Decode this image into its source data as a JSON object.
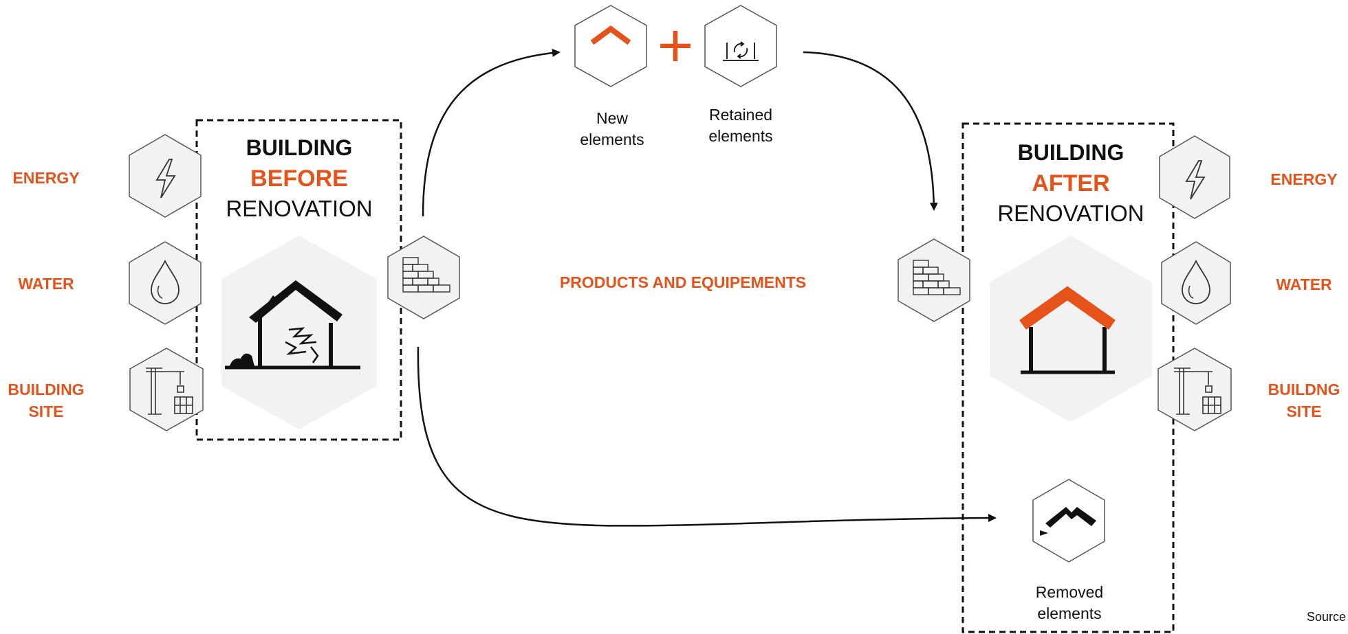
{
  "colors": {
    "accent": "#E5531A",
    "ink": "#111111",
    "hex_outline": "#555555",
    "hex_fill_light": "#F2F2F2"
  },
  "left_side_labels": {
    "energy": "ENERGY",
    "water": "WATER",
    "site_line1": "BUILDING",
    "site_line2": "SITE"
  },
  "right_side_labels": {
    "energy": "ENERGY",
    "water": "WATER",
    "site_line1": "BUILDNG",
    "site_line2": "SITE"
  },
  "before_box": {
    "line1": "BUILDING",
    "line2": "BEFORE",
    "line3": "RENOVATION"
  },
  "after_box": {
    "line1": "BUILDING",
    "line2": "AFTER",
    "line3": "RENOVATION"
  },
  "top_elements": {
    "new_line1": "New",
    "new_line2": "elements",
    "plus": "+",
    "retained_line1": "Retained",
    "retained_line2": "elements"
  },
  "center_label": "PRODUCTS AND EQUIPEMENTS",
  "removed": {
    "line1": "Removed",
    "line2": "elements"
  },
  "source_text": "Source",
  "icons": {
    "energy": "lightning-icon",
    "water": "water-drop-icon",
    "site": "crane-icon",
    "products": "brick-wall-icon",
    "new": "new-roof-icon",
    "retained": "retained-cycle-icon",
    "removed": "removed-roof-icon"
  }
}
